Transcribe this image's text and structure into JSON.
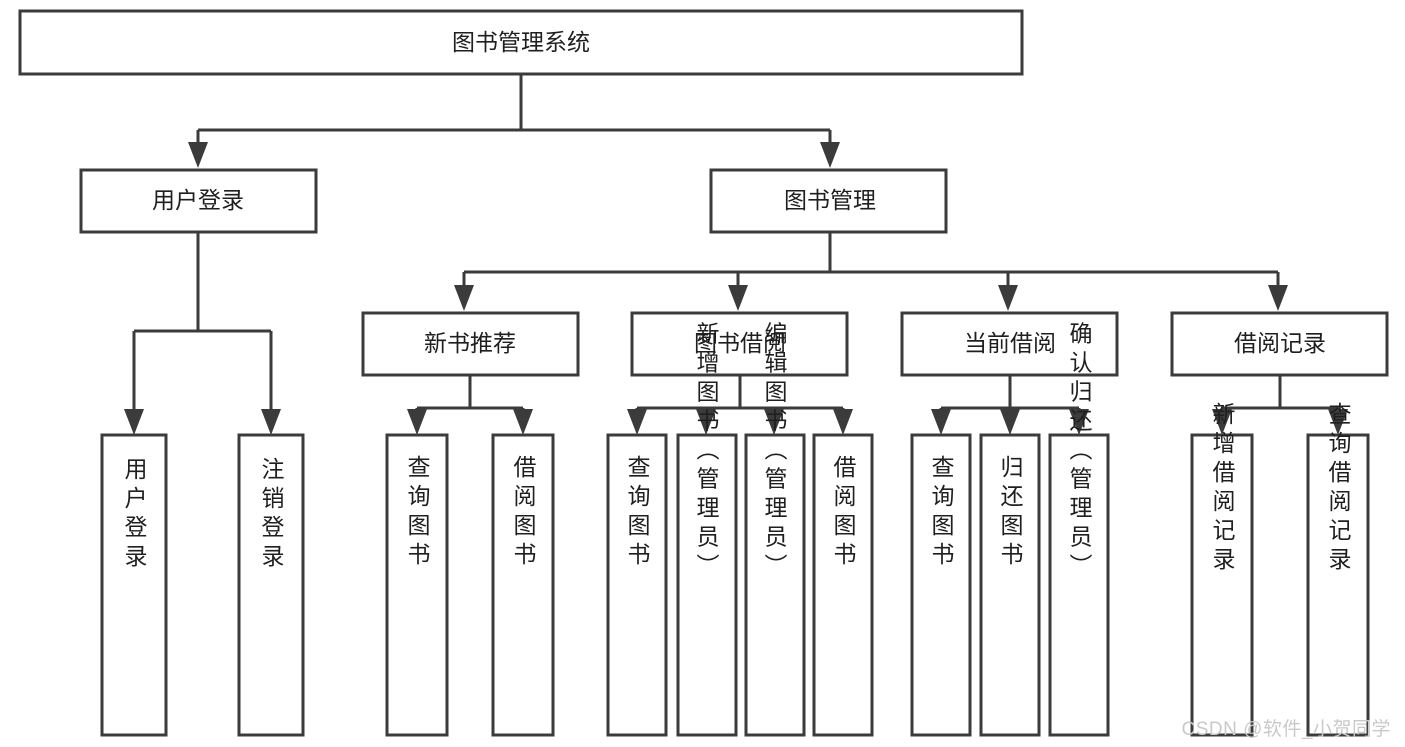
{
  "diagram": {
    "type": "tree-hierarchy",
    "title": "图书管理系统",
    "watermark": "CSDN @软件_小贺同学",
    "colors": {
      "stroke": "#3b3b3b",
      "fill": "#ffffff",
      "text": "#1f1f1f",
      "watermark": "#c9c9c9",
      "background": "#ffffff"
    },
    "root": {
      "label": "图书管理系统",
      "level": 0
    },
    "level2": [
      {
        "label": "用户登录",
        "level": 1
      },
      {
        "label": "图书管理",
        "level": 1
      }
    ],
    "level3": [
      {
        "label": "新书推荐",
        "level": 2,
        "parent": "图书管理"
      },
      {
        "label": "图书借阅",
        "level": 2,
        "parent": "图书管理"
      },
      {
        "label": "当前借阅",
        "level": 2,
        "parent": "图书管理"
      },
      {
        "label": "借阅记录",
        "level": 2,
        "parent": "图书管理"
      }
    ],
    "leaves": {
      "user_login": [
        {
          "label": "用户登录",
          "parent": "用户登录"
        },
        {
          "label": "注销登录",
          "parent": "用户登录"
        }
      ],
      "new_book": [
        {
          "label": "查询图书",
          "parent": "新书推荐"
        },
        {
          "label": "借阅图书",
          "parent": "新书推荐"
        }
      ],
      "book_borrow": [
        {
          "label": "查询图书",
          "parent": "图书借阅"
        },
        {
          "label": "新增图书（管理员）",
          "parent": "图书借阅"
        },
        {
          "label": "编辑图书（管理员）",
          "parent": "图书借阅"
        },
        {
          "label": "借阅图书",
          "parent": "图书借阅"
        }
      ],
      "current_borrow": [
        {
          "label": "查询图书",
          "parent": "当前借阅"
        },
        {
          "label": "归还图书",
          "parent": "当前借阅"
        },
        {
          "label": "确认归还（管理员）",
          "parent": "当前借阅"
        }
      ],
      "borrow_record": [
        {
          "label": "新增借阅记录",
          "parent": "借阅记录"
        },
        {
          "label": "查询借阅记录",
          "parent": "借阅记录"
        }
      ]
    }
  }
}
